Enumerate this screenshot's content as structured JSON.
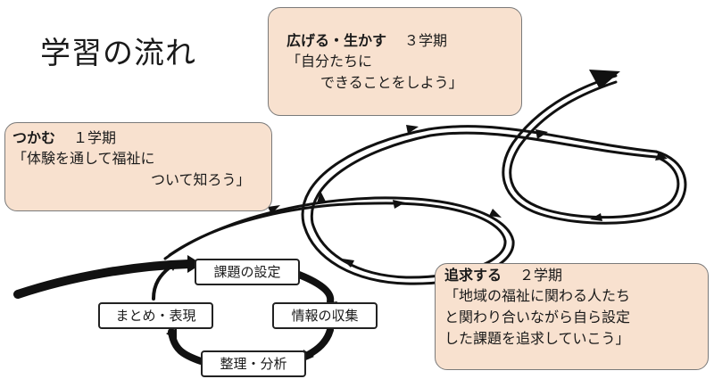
{
  "title": "学習の流れ",
  "stages": {
    "tsukamu": {
      "name": "つかむ",
      "term": "１学期",
      "line1": "「体験を通して福祉に",
      "line2": "ついて知ろう」"
    },
    "hirogeru": {
      "name": "広げる・生かす",
      "term": "３学期",
      "line1": "「自分たちに",
      "line2": "できることをしよう」"
    },
    "tsuikyu": {
      "name": "追求する",
      "term": "２学期",
      "line1": "「地域の福祉に関わる人たち",
      "line2": "と関わり合いながら自ら設定",
      "line3": "した課題を追求していこう」"
    }
  },
  "cycle": {
    "set_task": "課題の設定",
    "collect_info": "情報の収集",
    "organize": "整理・分析",
    "summarize": "まとめ・表現"
  },
  "colors": {
    "callout_fill": "#f8e1cf",
    "callout_border": "#7a7a7a",
    "arrow": "#111111"
  }
}
